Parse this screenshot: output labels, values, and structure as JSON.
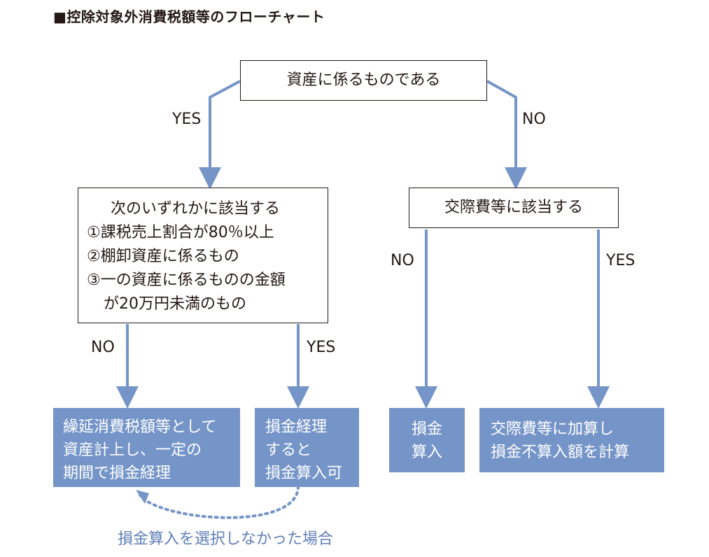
{
  "title": "■控除対象外消費税額等のフローチャート",
  "root": "資産に係るものである",
  "yes_left": "YES",
  "no_right": "NO",
  "cond_left": {
    "heading": "次のいずれかに該当する",
    "items": [
      "①課税売上割合が80％以上",
      "②棚卸資産に係るもの",
      "③一の資産に係るものの金額",
      "が20万円未満のもの"
    ]
  },
  "cond_right": "交際費等に該当する",
  "left_no": "NO",
  "left_yes": "YES",
  "right_no": "NO",
  "right_yes": "YES",
  "results": {
    "r1": [
      "繰延消費税額等として",
      "資産計上し、一定の",
      "期間で損金経理"
    ],
    "r2": [
      "損金経理",
      "すると",
      "損金算入可"
    ],
    "r3": [
      "損金",
      "算入"
    ],
    "r4": [
      "交際費等に加算し",
      "損金不算入額を計算"
    ]
  },
  "fallback_note": "損金算入を選択しなかった場合",
  "colors": {
    "accent": "#7595c8",
    "note": "#5f7fb8",
    "text": "#231815"
  }
}
